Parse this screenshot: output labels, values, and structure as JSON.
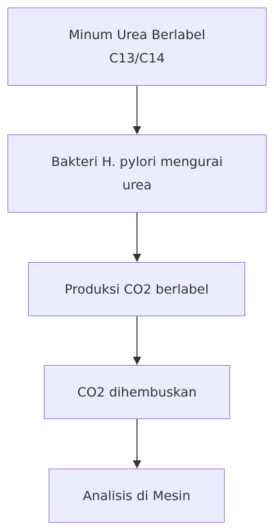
{
  "nodes": [
    {
      "id": "n1",
      "label": "Minum Urea Berlabel C13/C14"
    },
    {
      "id": "n2",
      "label": "Bakteri H. pylori mengurai urea"
    },
    {
      "id": "n3",
      "label": "Produksi CO2 berlabel"
    },
    {
      "id": "n4",
      "label": "CO2 dihembuskan"
    },
    {
      "id": "n5",
      "label": "Analisis di Mesin"
    }
  ],
  "edges": [
    {
      "from": "n1",
      "to": "n2"
    },
    {
      "from": "n2",
      "to": "n3"
    },
    {
      "from": "n3",
      "to": "n4"
    },
    {
      "from": "n4",
      "to": "n5"
    }
  ],
  "colors": {
    "node_fill": "#ECECFF",
    "node_border": "#9370DB",
    "text": "#333333",
    "edge": "#333333"
  }
}
